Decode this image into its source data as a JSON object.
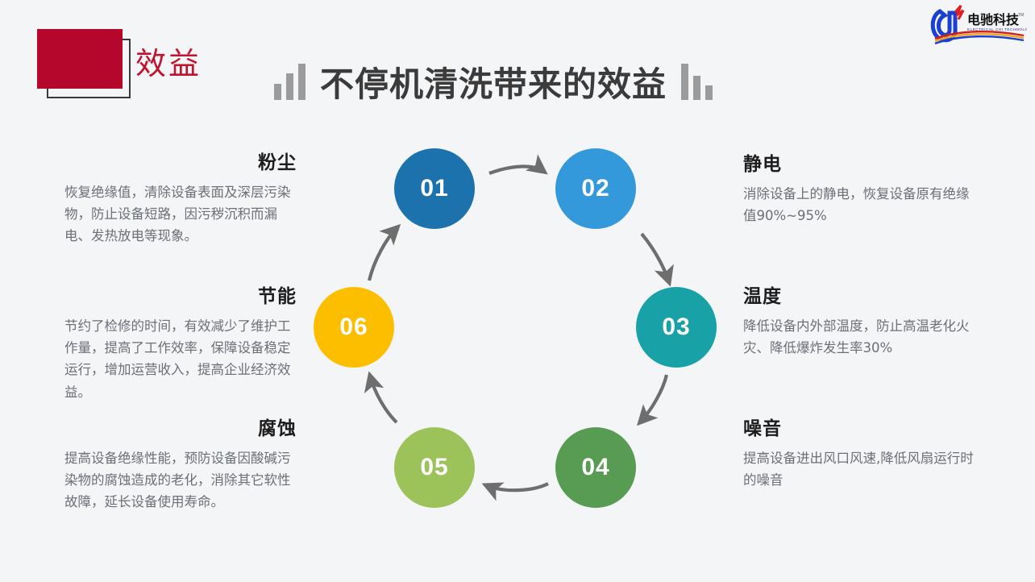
{
  "header": {
    "badge_label": "效益",
    "title": "不停机清洗带来的效益",
    "decor_left": "bar-chart-ascending",
    "decor_right": "bar-chart-descending",
    "badge_fill_color": "#b5072c",
    "title_color": "#3b3b3b"
  },
  "logo": {
    "name_cn": "电驰科技",
    "name_en": "ELECTRICAL CHI TECHNOLOGY",
    "trademark": "TM"
  },
  "cycle": {
    "nodes": [
      {
        "id": "01",
        "label": "01",
        "color": "#1c72ad"
      },
      {
        "id": "02",
        "label": "02",
        "color": "#3399db"
      },
      {
        "id": "03",
        "label": "03",
        "color": "#18a2a8"
      },
      {
        "id": "04",
        "label": "04",
        "color": "#589c53"
      },
      {
        "id": "05",
        "label": "05",
        "color": "#9cc25a"
      },
      {
        "id": "06",
        "label": "06",
        "color": "#fdbe00"
      }
    ],
    "arrow_color": "#6e6e6e"
  },
  "blocks": {
    "dust": {
      "heading": "粉尘",
      "body": "恢复绝缘值，清除设备表面及深层污染物，防止设备短路，因污秽沉积而漏电、发热放电等现象。"
    },
    "energy": {
      "heading": "节能",
      "body": "节约了检修的时间，有效减少了维护工作量，提高了工作效率，保障设备稳定运行，增加运营收入，提高企业经济效益。"
    },
    "corrosion": {
      "heading": "腐蚀",
      "body": "提高设备绝缘性能，预防设备因酸碱污染物的腐蚀造成的老化，消除其它软性故障，延长设备使用寿命。"
    },
    "static": {
      "heading": "静电",
      "body": "消除设备上的静电，恢复设备原有绝缘值90%~95%"
    },
    "temperature": {
      "heading": "温度",
      "body": "降低设备内外部温度，防止高温老化火灾、降低爆炸发生率30%"
    },
    "noise": {
      "heading": "噪音",
      "body": "提高设备进出风口风速,降低风扇运行时的噪音"
    }
  }
}
